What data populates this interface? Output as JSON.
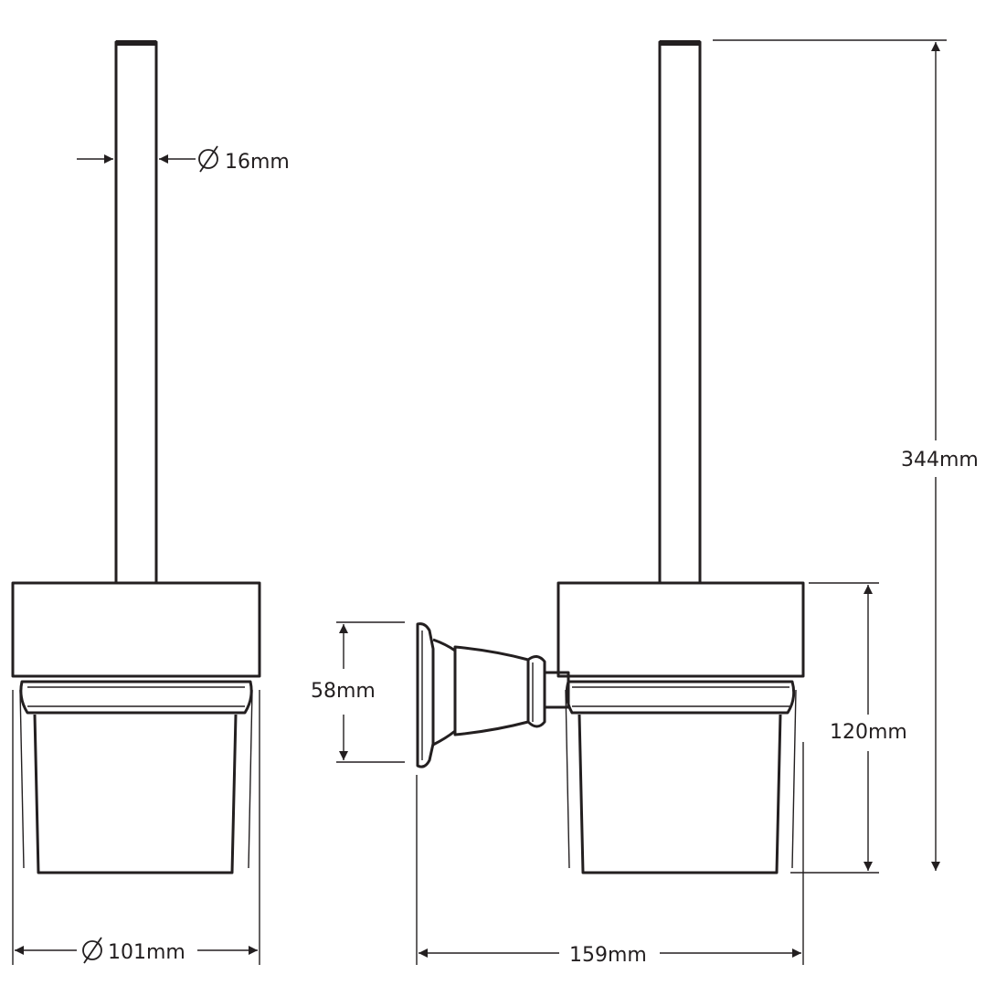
{
  "dimensions": {
    "handle_diameter": "16mm",
    "holder_diameter": "101mm",
    "bracket_height": "58mm",
    "total_depth": "159mm",
    "holder_height": "120mm",
    "total_height": "344mm"
  },
  "colors": {
    "line": "#231f20",
    "background": "#ffffff"
  },
  "icons": {
    "diameter_symbol": "diameter-symbol-icon"
  }
}
